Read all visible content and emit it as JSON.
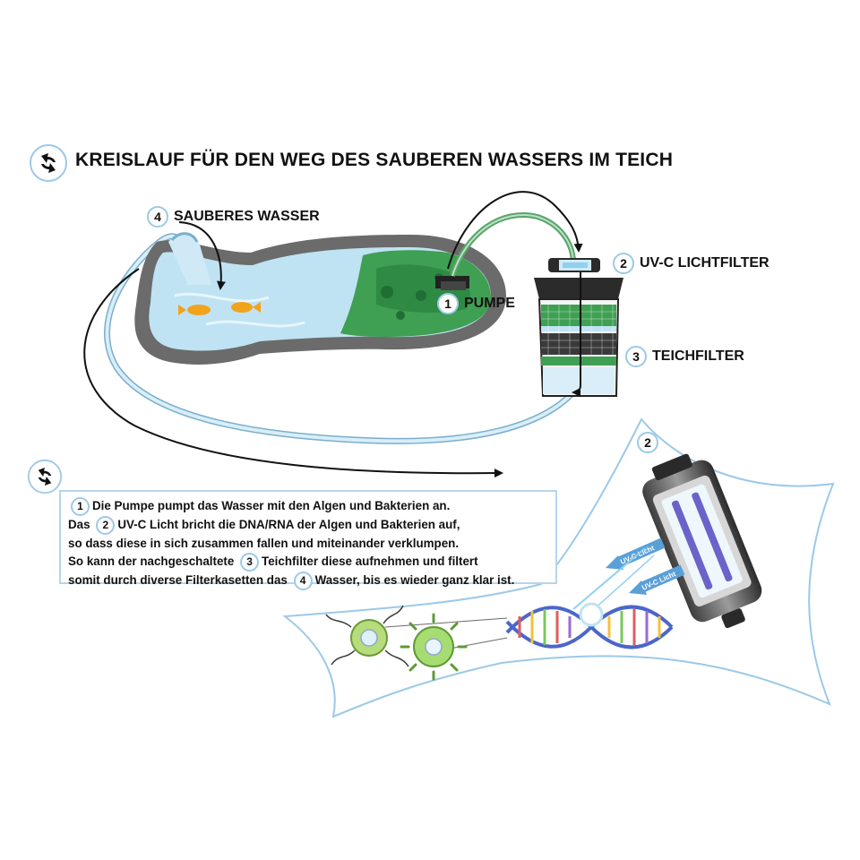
{
  "title": "KREISLAUF FÜR DEN WEG DES SAUBEREN WASSERS IM TEICH",
  "labels": {
    "sauberes_wasser": {
      "num": "4",
      "text": "SAUBERES WASSER"
    },
    "uvc_filter": {
      "num": "2",
      "text": "UV-C LICHTFILTER"
    },
    "teichfilter": {
      "num": "3",
      "text": "TEICHFILTER"
    },
    "pumpe": {
      "num": "1",
      "text": "PUMPE"
    },
    "detail": {
      "num": "2"
    }
  },
  "explanation": {
    "line1": {
      "n1": "1",
      "a": "Die Pumpe pumpt das Wasser mit den Algen und Bakterien an."
    },
    "line2": {
      "pre": "Das",
      "n2": "2",
      "a": "UV-C Licht bricht die DNA/RNA der Algen und Bakterien auf,"
    },
    "line3": {
      "a": "so dass diese in sich zusammen fallen und miteinander verklumpen."
    },
    "line4": {
      "pre": "So kann der nachgeschaltete",
      "n3": "3",
      "a": "Teichfilter diese aufnehmen und filtert"
    },
    "line5": {
      "pre": "somit durch diverse Filterkasetten das",
      "n4": "4",
      "a": "Wasser, bis es wieder ganz klar ist."
    }
  },
  "uv_arrows": [
    "UV-C Licht",
    "UV-C Licht"
  ],
  "colors": {
    "accent_blue": "#9cc9e8",
    "water": "#bfe3f3",
    "green": "#3f9f52",
    "dark": "#1b1b1b"
  }
}
